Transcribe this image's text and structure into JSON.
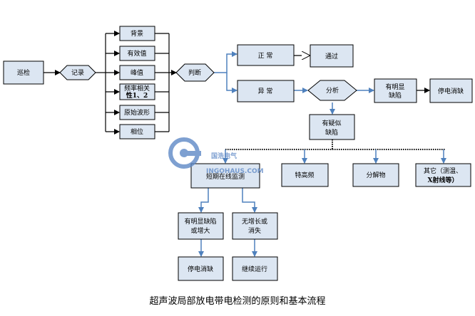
{
  "nodes": {
    "patrol": "巡检",
    "record": "记录",
    "background": "背景",
    "effective_value": "有效值",
    "peak_value": "峰值",
    "freq_line1": "频率相关",
    "freq_line2": "性1、2",
    "raw_waveform": "原始波形",
    "phase": "相位",
    "judge": "判断",
    "normal": "正 常",
    "pass": "通过",
    "abnormal": "异 常",
    "analyze": "分析",
    "obvious_defect_line1": "有明显",
    "obvious_defect_line2": "缺陷",
    "power_off_fix_top": "停电消缺",
    "suspect_line1": "有疑似",
    "suspect_line2": "缺陷",
    "short_term_monitor": "短期在线监测",
    "uhf": "特高频",
    "decomposition": "分解物",
    "other_line1": "其它（测温、",
    "other_line2": "X射线等）",
    "obvious_growth_line1": "有明显缺陷",
    "obvious_growth_line2": "或增大",
    "no_growth_line1": "无增长或",
    "no_growth_line2": "消失",
    "power_off_fix_bottom": "停电消缺",
    "continue_run": "继续运行"
  },
  "watermark": {
    "cn": "国浩电气",
    "en": "INGOHAUS.COM",
    "color": "#5b86c5"
  },
  "caption": "超声波局部放电带电检测的原则和基本流程",
  "colors": {
    "box_fill": "#dce6f2",
    "arrow_blue": "#4f81bd"
  }
}
